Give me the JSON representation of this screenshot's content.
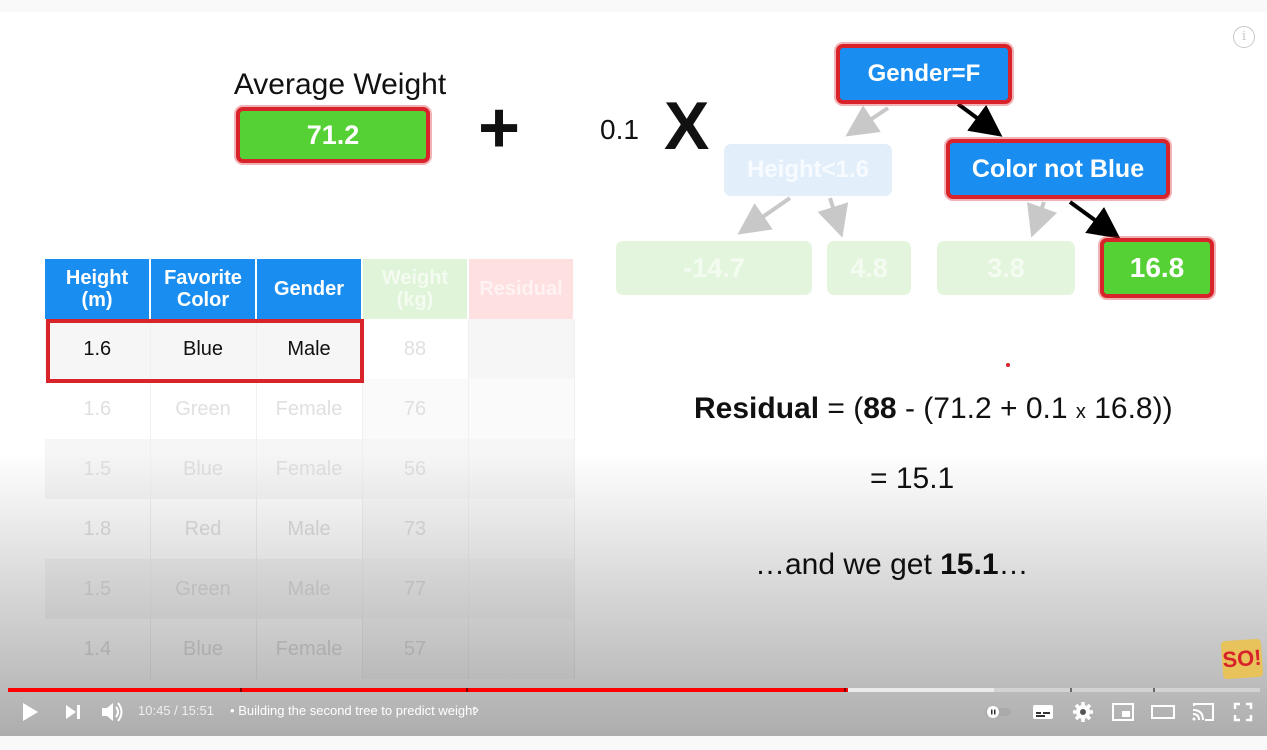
{
  "slide": {
    "average_label": "Average Weight",
    "average_value": "71.2",
    "plus": "+",
    "learning_rate": "0.1",
    "times": "X",
    "tree": {
      "root": "Gender=F",
      "left_node": "Height<1.6",
      "right_node": "Color not Blue",
      "leaves": [
        "-14.7",
        "4.8",
        "3.8",
        "16.8"
      ]
    },
    "table": {
      "headers": [
        "Height\n(m)",
        "Favorite\nColor",
        "Gender",
        "Weight\n(kg)",
        "Residual"
      ],
      "rows": [
        [
          "1.6",
          "Blue",
          "Male",
          "88",
          ""
        ],
        [
          "1.6",
          "Green",
          "Female",
          "76",
          ""
        ],
        [
          "1.5",
          "Blue",
          "Female",
          "56",
          ""
        ],
        [
          "1.8",
          "Red",
          "Male",
          "73",
          ""
        ],
        [
          "1.5",
          "Green",
          "Male",
          "77",
          ""
        ],
        [
          "1.4",
          "Blue",
          "Female",
          "57",
          ""
        ]
      ]
    },
    "equation": {
      "residual_word": "Residual",
      "part1": " = (",
      "observed": "88",
      "part2": " - (71.2 + 0.1 ",
      "mult": "x",
      "part3": " 16.8))",
      "result_line": "= 15.1",
      "closing_pre": "…and we get ",
      "closing_bold": "15.1",
      "closing_post": "…"
    },
    "logo_text": "SO!"
  },
  "player": {
    "info_icon": "info-icon",
    "time_current": "10:45",
    "time_sep": " / ",
    "time_total": "15:51",
    "chapter_bullet": "•",
    "chapter_title": "Building the second tree to predict weight",
    "progress_played_fraction": 0.678,
    "colors": {
      "accent": "#ff0000",
      "green": "#55d135",
      "blue": "#1a8ef0",
      "red": "#d8232a"
    }
  }
}
